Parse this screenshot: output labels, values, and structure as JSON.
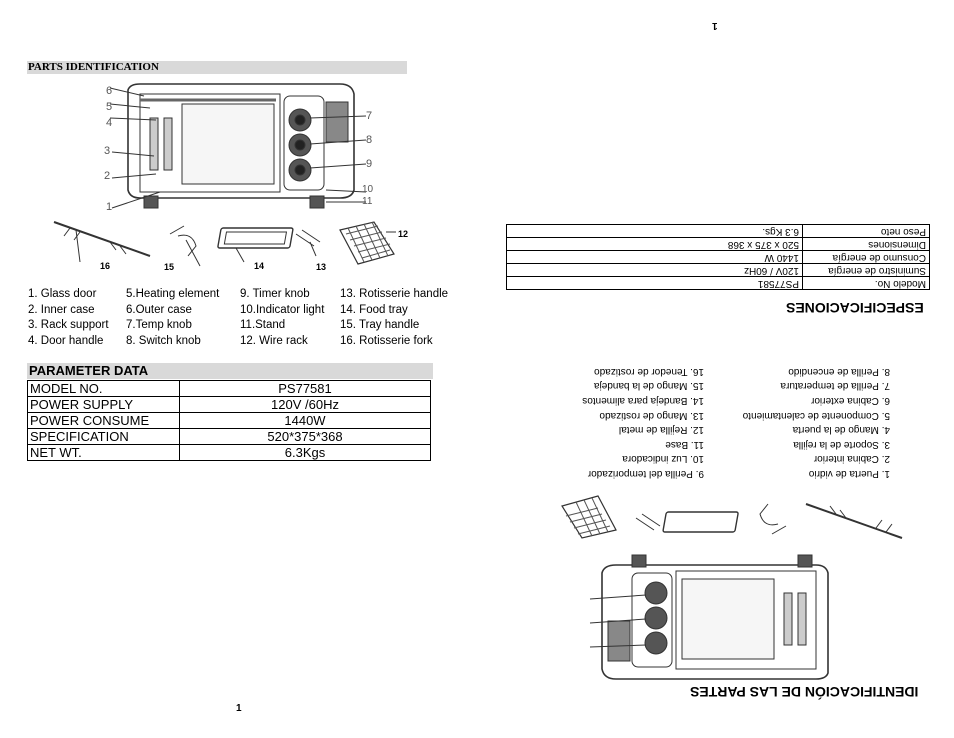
{
  "top_page_number": "1",
  "bottom_page_number": "1",
  "english": {
    "parts_title": "PARTS IDENTIFICATION",
    "callouts_left": [
      "6",
      "5",
      "4",
      "3",
      "2",
      "1"
    ],
    "callouts_right": [
      "7",
      "8",
      "9",
      "10",
      "11"
    ],
    "accessory_labels": [
      "16",
      "15",
      "14",
      "13",
      "12"
    ],
    "parts": [
      [
        "1. Glass door",
        "2. Inner case",
        "3. Rack support",
        "4. Door handle"
      ],
      [
        "5.Heating element",
        "6.Outer case",
        "7.Temp knob",
        "8. Switch knob"
      ],
      [
        "9. Timer knob",
        "10.Indicator light",
        "11.Stand",
        "12. Wire rack"
      ],
      [
        "13. Rotisserie handle",
        "14. Food tray",
        "15. Tray handle",
        "16. Rotisserie fork"
      ]
    ],
    "param_title": "PARAMETER DATA",
    "param_rows": [
      {
        "label": "MODEL NO.",
        "value": "PS77581"
      },
      {
        "label": "POWER SUPPLY",
        "value": "120V /60Hz"
      },
      {
        "label": "POWER CONSUME",
        "value": "1440W"
      },
      {
        "label": "SPECIFICATION",
        "value": "520*375*368"
      },
      {
        "label": "NET WT.",
        "value": "6.3Kgs"
      }
    ]
  },
  "spanish": {
    "spec_title": "ESPECIFICACIONES",
    "spec_rows": [
      {
        "label": "Modelo No.",
        "value": "PS77581"
      },
      {
        "label": "Suministro de energía",
        "value": "120V / 60Hz"
      },
      {
        "label": "Consumo de energía",
        "value": "1440 W"
      },
      {
        "label": "Dimensiones",
        "value": "520 x 375 x 368"
      },
      {
        "label": "Peso neto",
        "value": "6.3 Kgs."
      }
    ],
    "parts_col1": [
      "1. Puerta de vidrio",
      "2. Cabina interior",
      "3. Soporte de la rejilla",
      "4. Mango de la puerta",
      "5. Componente de calentamiento",
      "6. Cabina exterior",
      "7. Perilla de temperatura",
      "8. Perilla de encendido"
    ],
    "parts_col2": [
      "9. Perilla del temporizador",
      "10. Luz indicadora",
      "11. Base",
      "12. Rejilla de metal",
      "13. Mango de rostizado",
      "14. Bandeja para alimentos",
      "15. Mango de la bandeja",
      "16. Tenedor de rostizado"
    ],
    "parts_title": "IDENTIFICACIÓN DE LAS PARTES"
  }
}
